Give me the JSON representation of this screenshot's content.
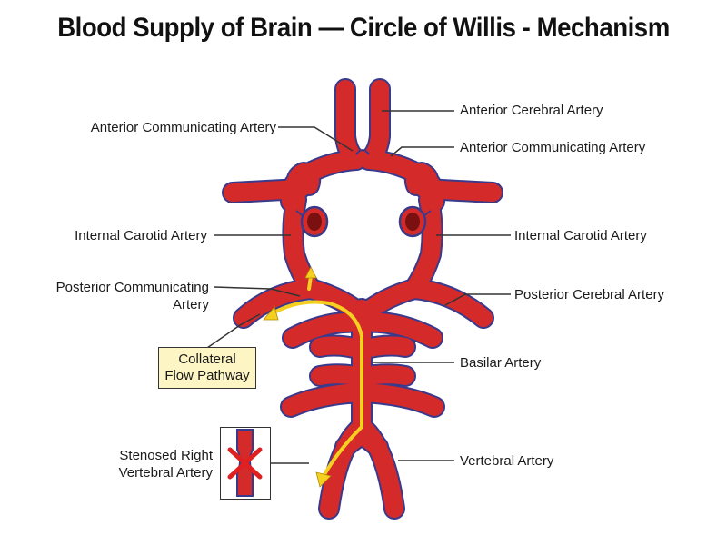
{
  "title": "Blood Supply of Brain — Circle of Willis - Mechanism",
  "labels": {
    "anterior_cerebral": "Anterior Cerebral Artery",
    "anterior_communicating_left": "Anterior Communicating Artery",
    "anterior_communicating_right": "Anterior Communicating Artery",
    "internal_carotid_left": "Internal Carotid Artery",
    "internal_carotid_right": "Internal Carotid Artery",
    "posterior_communicating_line1": "Posterior Communicating",
    "posterior_communicating_line2": "Artery",
    "posterior_cerebral": "Posterior Cerebral Artery",
    "basilar": "Basilar Artery",
    "vertebral": "Vertebral Artery",
    "stenosed_line1": "Stenosed Right",
    "stenosed_line2": "Vertebral Artery"
  },
  "note": {
    "line1": "Collateral",
    "line2": "Flow Pathway"
  },
  "colors": {
    "artery_fill": "#d42a2a",
    "artery_outline": "#3a3a8c",
    "flow_arrow": "#f5d020",
    "stenosis_x": "#e02020",
    "note_bg": "#fdf5c4"
  }
}
